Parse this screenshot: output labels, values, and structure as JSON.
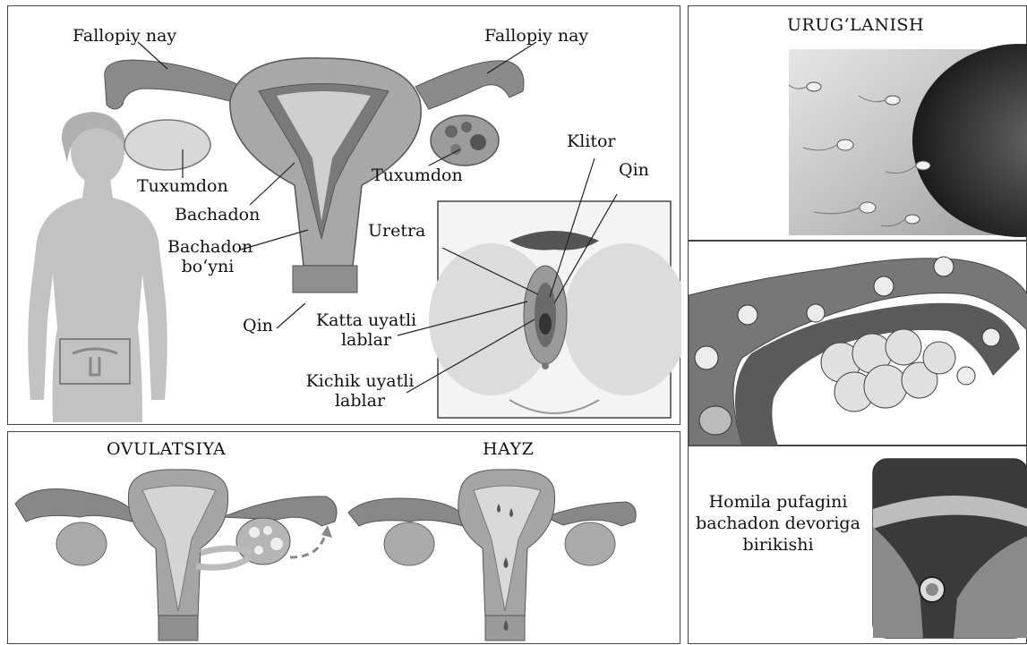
{
  "anatomy": {
    "fallopian_left": "Fallopiy nay",
    "fallopian_right": "Fallopiy nay",
    "ovary_left": "Tuxumdon",
    "ovary_right": "Tuxumdon",
    "uterus": "Bachadon",
    "cervix_line1": "Bachadon",
    "cervix_line2": "bo‘yni",
    "vagina": "Qin",
    "clitoris": "Klitor",
    "vagina_external": "Qin",
    "urethra": "Uretra",
    "labia_majora_line1": "Katta uyatli",
    "labia_majora_line2": "lablar",
    "labia_minora_line1": "Kichik uyatli",
    "labia_minora_line2": "lablar"
  },
  "fertilization": {
    "title": "URUG‘LANISH"
  },
  "ovulation": {
    "title": "OVULATSIYA"
  },
  "menstruation": {
    "title": "HAYZ"
  },
  "implantation": {
    "line1": "Homila pufagini",
    "line2": "bachadon devoriga",
    "line3": "birikishi"
  },
  "colors": {
    "frame": "#444444",
    "tissue_dark": "#6e6e6e",
    "tissue_mid": "#9a9a9a",
    "tissue_light": "#c8c8c8",
    "silhouette": "#bdbdbd"
  }
}
